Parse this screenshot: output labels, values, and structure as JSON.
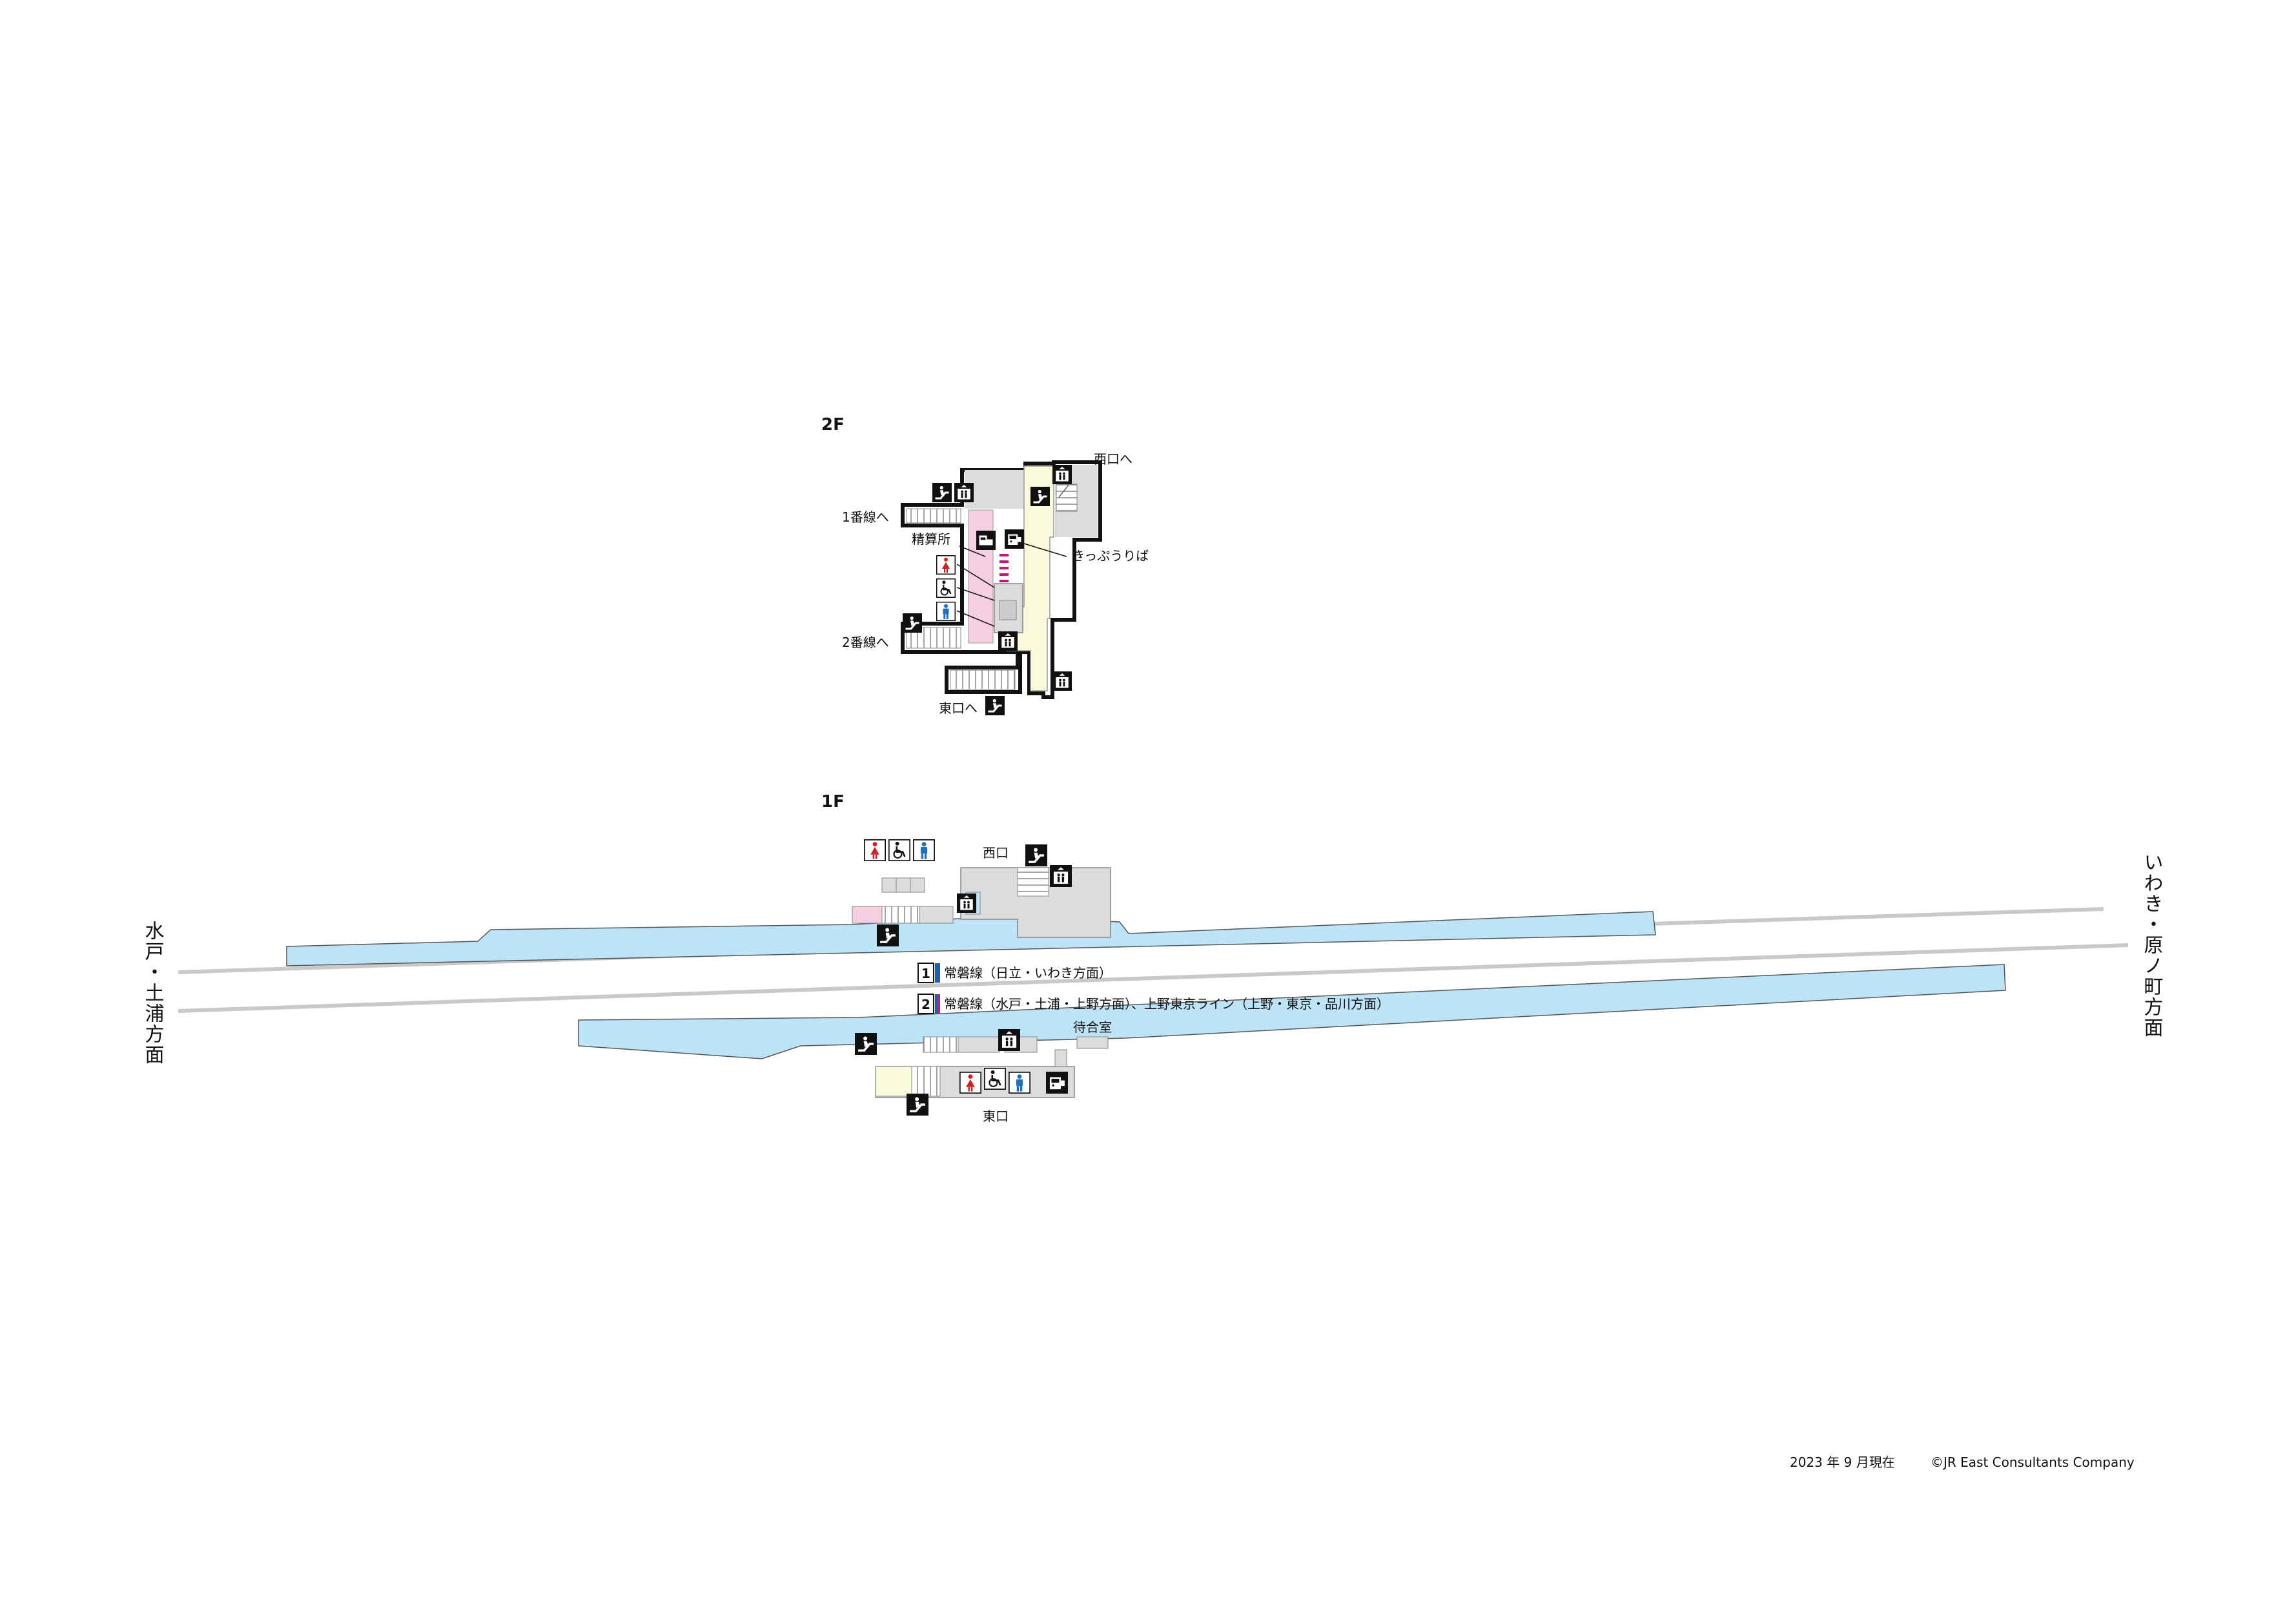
{
  "floors": {
    "upper": {
      "label": "2F",
      "to_west_exit": "西口へ",
      "to_track_1": "1番線へ",
      "fare_adjustment": "精算所",
      "ticket_sales": "きっぷうりば",
      "to_track_2": "2番線へ",
      "to_east_exit": "東口へ"
    },
    "ground": {
      "label": "1F",
      "west_exit": "西口",
      "waiting_room": "待合室",
      "east_exit": "東口",
      "dest_left": "水戸・土浦方面",
      "dest_right": "いわき・原ノ町方面"
    }
  },
  "tracks": [
    {
      "number": "1",
      "label": "常磐線（日立・いわき方面）",
      "color": "#1e5fae"
    },
    {
      "number": "2",
      "label": "常磐線（水戸・土浦・上野方面）、上野東京ライン（上野・東京・品川方面）",
      "color": "#1e5fae",
      "color2": "#b0287f"
    }
  ],
  "footer": {
    "as_of": "2023 年 9 月現在",
    "copyright": "©JR East Consultants Company"
  },
  "colors": {
    "platform": "#bde3f6",
    "concourse": "#fbf9dc",
    "building": "#dcdcdc",
    "restroom_area": "#f5cfe1",
    "track": "#c9c9c9",
    "women": "#d42020",
    "men": "#1e6fc0"
  },
  "icons": [
    "escalator-icon",
    "elevator-icon",
    "toilet-women-icon",
    "toilet-men-icon",
    "wheelchair-icon",
    "ticket-machine-icon",
    "fare-adjustment-icon"
  ]
}
